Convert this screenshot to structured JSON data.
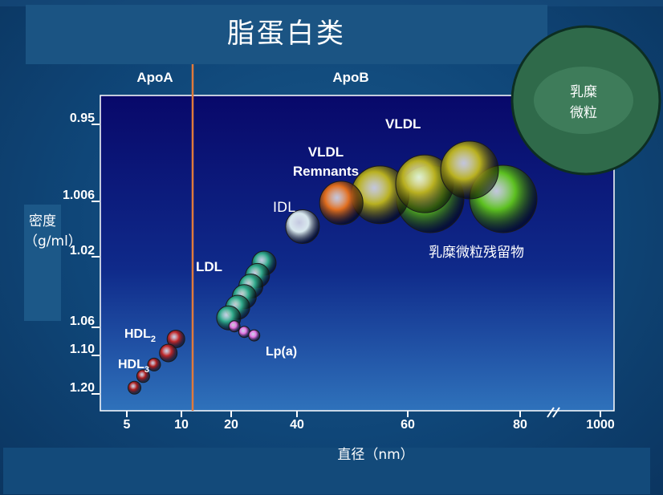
{
  "slide": {
    "title": "脂蛋白类",
    "colors": {
      "background": "#0f4678",
      "plot_top": "#0a0a6a",
      "plot_bottom": "#2e6fb8",
      "divider": "#e07a3c",
      "chylomicron": "#2f6a4a"
    }
  },
  "chart_data": {
    "type": "scatter",
    "title": "脂蛋白类",
    "xlabel": "直径（nm）",
    "ylabel": "密度（g/ml）",
    "x_ticks": [
      "5",
      "10",
      "20",
      "40",
      "60",
      "80",
      "1000"
    ],
    "y_ticks": [
      "0.95",
      "1.006",
      "1.02",
      "1.06",
      "1.10",
      "1.20"
    ],
    "x_axis_break": true,
    "apo_regions": [
      "ApoA",
      "ApoB"
    ],
    "series": [
      {
        "label": "HDL",
        "subscript": "2",
        "color": "#c0282a",
        "points": [
          {
            "x": 9.5,
            "y": 1.08
          },
          {
            "x": 8.8,
            "y": 1.1
          }
        ]
      },
      {
        "label": "HDL",
        "subscript": "3",
        "color": "#b02020",
        "points": [
          {
            "x": 7.5,
            "y": 1.13
          },
          {
            "x": 6.5,
            "y": 1.16
          },
          {
            "x": 5.7,
            "y": 1.19
          }
        ]
      },
      {
        "label": "LDL",
        "color": "#2fa98a",
        "points": [
          {
            "x": 30,
            "y": 1.025
          },
          {
            "x": 28,
            "y": 1.032
          },
          {
            "x": 26,
            "y": 1.038
          },
          {
            "x": 24,
            "y": 1.044
          },
          {
            "x": 22,
            "y": 1.05
          },
          {
            "x": 19.5,
            "y": 1.056
          }
        ]
      },
      {
        "label": "Lp(a)",
        "color": "#e070e0",
        "points": [
          {
            "x": 21,
            "y": 1.062
          },
          {
            "x": 24,
            "y": 1.07
          },
          {
            "x": 27,
            "y": 1.075
          }
        ]
      },
      {
        "label": "IDL",
        "color": "#d8e8ee",
        "points": [
          {
            "x": 41,
            "y": 1.013
          }
        ]
      },
      {
        "label": "VLDL Remnants",
        "color": "#e06d1e",
        "points": [
          {
            "x": 48,
            "y": 1.007
          }
        ]
      },
      {
        "label": "VLDL",
        "color": "#b8b020",
        "points": [
          {
            "x": 55,
            "y": 1.003
          },
          {
            "x": 63,
            "y": 0.995
          },
          {
            "x": 71,
            "y": 0.985
          }
        ]
      },
      {
        "label": "乳糜微粒残留物",
        "color": "#5cc020",
        "points": [
          {
            "x": 64,
            "y": 1.006
          },
          {
            "x": 77,
            "y": 1.006
          }
        ]
      },
      {
        "label": "乳糜\n微粒",
        "color": "#2f6a4a",
        "points": [
          {
            "x": 1000,
            "y": 0.93
          }
        ]
      }
    ]
  }
}
